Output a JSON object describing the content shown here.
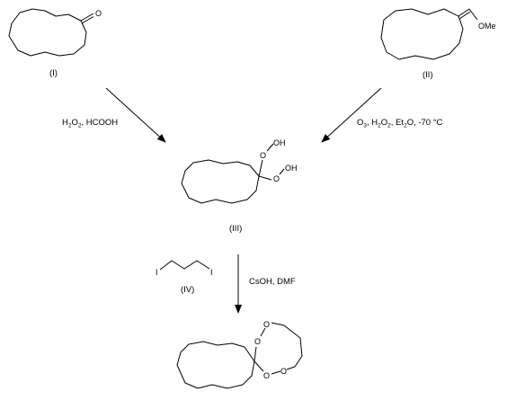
{
  "compounds": {
    "I": {
      "label": "(I)",
      "atoms": {
        "o": "O"
      }
    },
    "II": {
      "label": "(II)",
      "atoms": {
        "ome": "OMe"
      }
    },
    "III": {
      "label": "(III)",
      "atoms": {
        "o1": "O",
        "oh1": "OH",
        "o2": "O",
        "oh2": "OH"
      }
    },
    "IV": {
      "label": "(IV)",
      "atoms": {
        "i_left": "I",
        "i_right": "I"
      }
    },
    "V": {
      "atoms": {
        "o1": "O",
        "o2": "O",
        "o3": "O",
        "o4": "O"
      }
    }
  },
  "arrows": {
    "left": {
      "h2o2_prefix": "H",
      "h2o2_sub": "2",
      "h2o2_o": "O",
      "h2o2_sub2": "2",
      "acid": ", HCOOH"
    },
    "right": {
      "o3": "O",
      "o3_sub": "3",
      "sep1": ", H",
      "h2o2_sub": "2",
      "h2o2_o": "O",
      "h2o2_sub2": "2",
      "et": ", Et",
      "et_sub": "2",
      "et_o": "O",
      "temp": ", -70 °C"
    },
    "bottom": {
      "reagents": "CsOH, DMF"
    }
  }
}
